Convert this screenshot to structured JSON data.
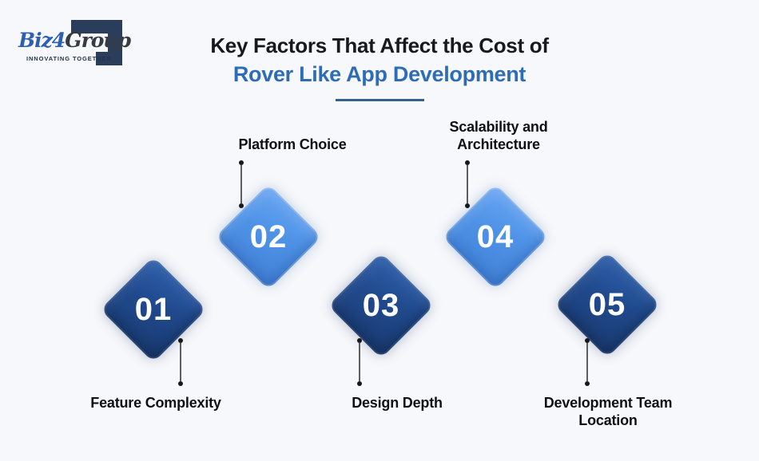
{
  "logo": {
    "brand_biz": "Biz",
    "brand_4": "4",
    "brand_group": "Group",
    "tagline": "INNOVATING TOGETHER"
  },
  "title": {
    "line1": "Key Factors That Affect the Cost of",
    "line2": "Rover Like App Development"
  },
  "factors": [
    {
      "number": "01",
      "label": "Feature Complexity",
      "variant": "dark",
      "label_position": "below"
    },
    {
      "number": "02",
      "label": "Platform Choice",
      "variant": "light",
      "label_position": "above"
    },
    {
      "number": "03",
      "label": "Design Depth",
      "variant": "dark",
      "label_position": "below"
    },
    {
      "number": "04",
      "label": "Scalability and Architecture",
      "variant": "light",
      "label_position": "above"
    },
    {
      "number": "05",
      "label": "Development Team Location",
      "variant": "dark",
      "label_position": "below"
    }
  ],
  "colors": {
    "background": "#f7f8fb",
    "dark_diamond": "#1f4582",
    "light_diamond": "#4e92e6",
    "accent_blue": "#2e6db6",
    "underline": "#36618e",
    "text": "#0f1113"
  }
}
